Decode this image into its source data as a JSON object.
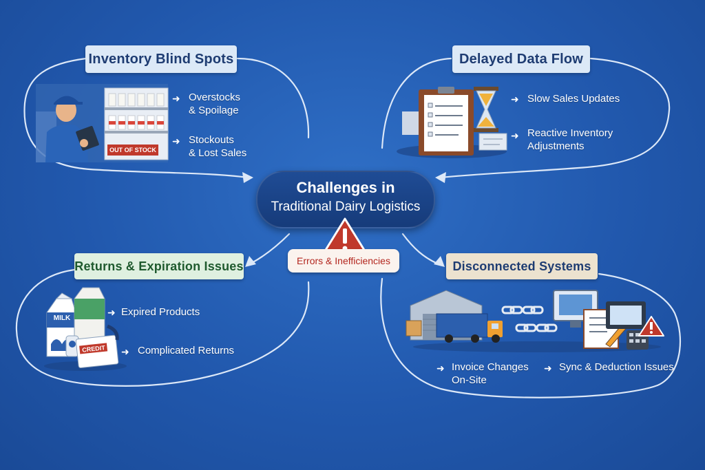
{
  "center": {
    "title_line1": "Challenges in",
    "title_line2": "Traditional Dairy Logistics",
    "errors_label": "Errors & Inefficiencies"
  },
  "sections": {
    "inventory": {
      "title": "Inventory Blind Spots",
      "items": [
        {
          "line1": "Overstocks",
          "line2": "& Spoilage"
        },
        {
          "line1": "Stockouts",
          "line2": "& Lost Sales"
        }
      ],
      "sign_text": "OUT OF STOCK"
    },
    "data_flow": {
      "title": "Delayed Data Flow",
      "items": [
        {
          "line1": "Slow Sales Updates",
          "line2": ""
        },
        {
          "line1": "Reactive Inventory",
          "line2": "Adjustments"
        }
      ]
    },
    "returns": {
      "title": "Returns & Expiration Issues",
      "items": [
        {
          "line1": "Expired Products",
          "line2": ""
        },
        {
          "line1": "Complicated Returns",
          "line2": ""
        }
      ],
      "milk_label": "MILK",
      "credit_label": "CREDIT"
    },
    "systems": {
      "title": "Disconnected Systems",
      "items": [
        {
          "line1": "Invoice Changes",
          "line2": "On-Site"
        },
        {
          "line1": "Sync & Deduction Issues",
          "line2": ""
        }
      ]
    }
  },
  "colors": {
    "background": "#2158ad",
    "title_box": "#dce9f7",
    "returns_title_box": "#dff0e0",
    "systems_title_box": "#ece2cf",
    "warning_red": "#c0392b"
  }
}
